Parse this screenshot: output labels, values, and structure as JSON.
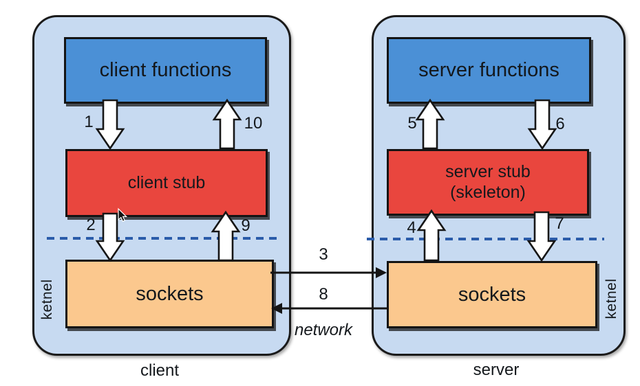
{
  "colors": {
    "container-fill": "#c7daf1",
    "container-border": "#1a1a1a",
    "box-blue": "#4b90d6",
    "box-red": "#e9463e",
    "box-orange": "#fbc88e",
    "dashed-line": "#2b5caa",
    "arrow-fill": "#ffffff",
    "arrow-outline": "#161616",
    "ink": "#14181c"
  },
  "client": {
    "title": "client",
    "kernel_label": "ketnel",
    "functions_box": "client functions",
    "stub_box": "client stub",
    "sockets_box": "sockets"
  },
  "server": {
    "title": "server",
    "kernel_label": "ketnel",
    "functions_box": "server functions",
    "stub_box": "server stub\n(skeleton)",
    "sockets_box": "sockets"
  },
  "network": {
    "label": "network"
  },
  "steps": {
    "step1": "1",
    "step2": "2",
    "step3": "3",
    "step4": "4",
    "step5": "5",
    "step6": "6",
    "step7": "7",
    "step8": "8",
    "step9": "9",
    "step10": "10"
  }
}
